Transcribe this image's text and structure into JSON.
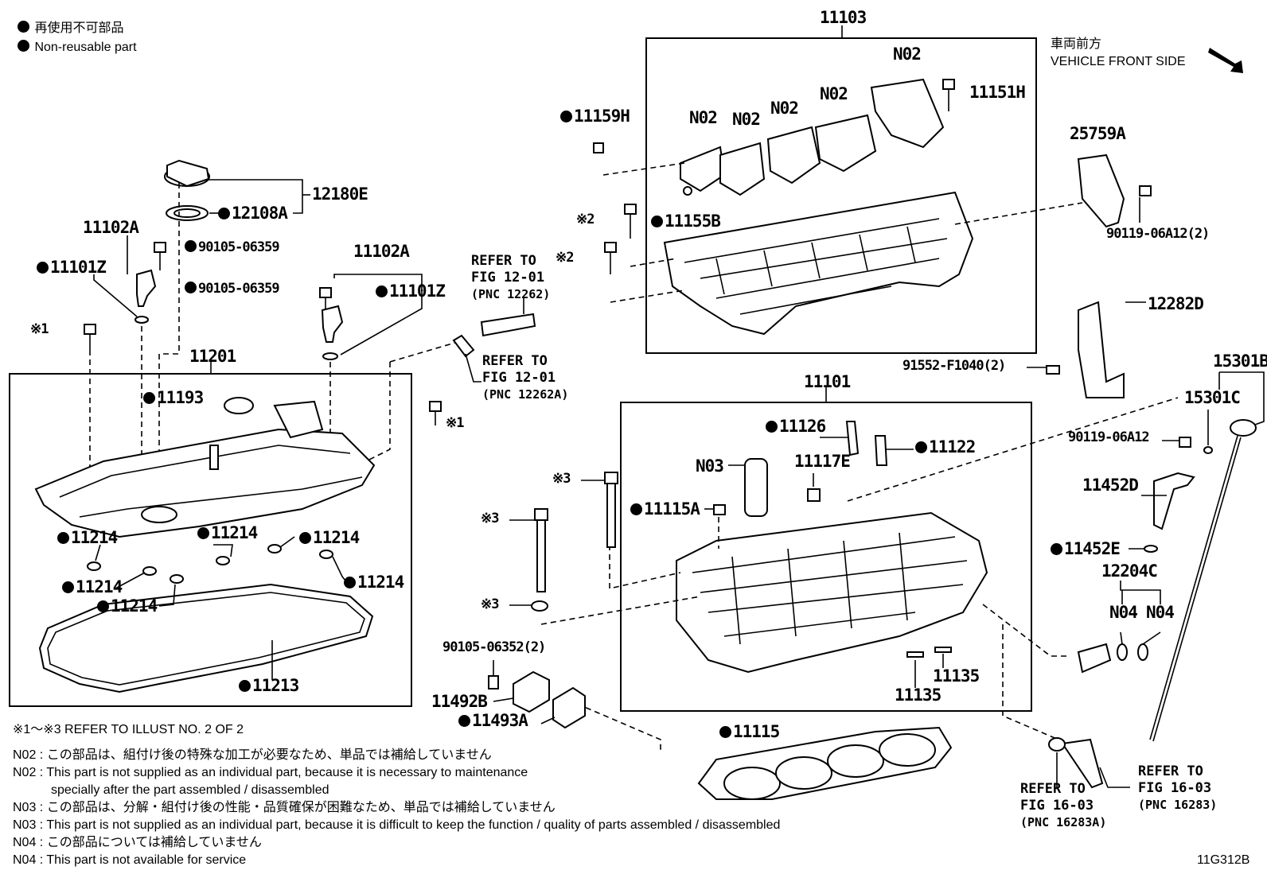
{
  "legend": {
    "jp": "再使用不可部品",
    "en": "Non-reusable part"
  },
  "vehicle_front": {
    "jp": "車両前方",
    "en": "VEHICLE FRONT SIDE"
  },
  "figure_code": "11G312B",
  "labels": {
    "p11103": "11103",
    "n02_a": "N02",
    "n02_b": "N02",
    "n02_c": "N02",
    "n02_d": "N02",
    "n02_e": "N02",
    "p11151H": "11151H",
    "p11159H": "11159H",
    "p11155B": "11155B",
    "p25759A": "25759A",
    "p90119_06A12_2": "90119-06A12(2)",
    "p12282D": "12282D",
    "p91552_F1040_2": "91552-F1040(2)",
    "p15301B": "15301B",
    "p15301C": "15301C",
    "p90119_06A12": "90119-06A12",
    "p11452D": "11452D",
    "p11452E": "11452E",
    "p12204C": "12204C",
    "n04_a": "N04",
    "n04_b": "N04",
    "p12180E": "12180E",
    "p12108A": "12108A",
    "p11102A_l": "11102A",
    "p11101Z_l": "11101Z",
    "p90105_06359_a": "90105-06359",
    "p90105_06359_b": "90105-06359",
    "p11102A_r": "11102A",
    "p11101Z_r": "11101Z",
    "p11201": "11201",
    "p11193": "11193",
    "p11214_a": "11214",
    "p11214_b": "11214",
    "p11214_c": "11214",
    "p11214_d": "11214",
    "p11214_e": "11214",
    "p11214_f": "11214",
    "p11213": "11213",
    "p11101": "11101",
    "p11126": "11126",
    "p11122": "11122",
    "n03": "N03",
    "p11117E": "11117E",
    "p11115A": "11115A",
    "p11135_a": "11135",
    "p11135_b": "11135",
    "p90105_06352_2": "90105-06352(2)",
    "p11492B": "11492B",
    "p11493A": "11493A",
    "p11115": "11115",
    "x1_a": "※1",
    "x1_b": "※1",
    "x2_a": "※2",
    "x2_b": "※2",
    "x3_a": "※3",
    "x3_b": "※3",
    "x3_c": "※3"
  },
  "refs": {
    "r12262": {
      "l1": "REFER TO",
      "l2": "FIG 12-01",
      "l3": "(PNC 12262)"
    },
    "r12262A": {
      "l1": "REFER TO",
      "l2": "FIG 12-01",
      "l3": "(PNC 12262A)"
    },
    "r16283A": {
      "l1": "REFER TO",
      "l2": "FIG 16-03",
      "l3": "(PNC 16283A)"
    },
    "r16283": {
      "l1": "REFER TO",
      "l2": "FIG 16-03",
      "l3": "(PNC 16283)"
    }
  },
  "notes": {
    "refer": "※1～※3  REFER TO ILLUST NO. 2 OF 2",
    "n02_jp": "N02 : この部品は、組付け後の特殊な加工が必要なため、単品では補給していません",
    "n02_en1": "N02 : This part is not supplied as an individual part, because it is necessary to maintenance",
    "n02_en2": "specially after the part assembled / disassembled",
    "n03_jp": "N03 : この部品は、分解・組付け後の性能・品質確保が困難なため、単品では補給していません",
    "n03_en": "N03 : This part is not supplied as an individual part, because it is difficult to keep the function / quality of parts  assembled / disassembled",
    "n04_jp": "N04 : この部品については補給していません",
    "n04_en": "N04 : This part is not available for service"
  }
}
